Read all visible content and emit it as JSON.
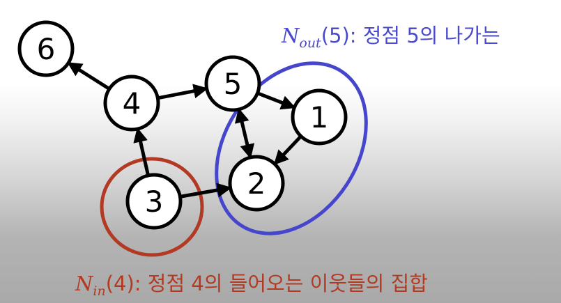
{
  "colors": {
    "out_caption": "#4a4ad0",
    "in_caption": "#b33a22",
    "out_ellipse": "#4646cc",
    "in_circle": "#b23a24",
    "node_stroke": "#000000",
    "node_fill": "#ffffff"
  },
  "graph": {
    "nodes": [
      {
        "id": "6",
        "label": "6"
      },
      {
        "id": "4",
        "label": "4"
      },
      {
        "id": "5",
        "label": "5"
      },
      {
        "id": "1",
        "label": "1"
      },
      {
        "id": "2",
        "label": "2"
      },
      {
        "id": "3",
        "label": "3"
      }
    ],
    "edges": [
      {
        "from": "4",
        "to": "6",
        "dir": "forward"
      },
      {
        "from": "4",
        "to": "5",
        "dir": "forward"
      },
      {
        "from": "5",
        "to": "1",
        "dir": "forward"
      },
      {
        "from": "5",
        "to": "2",
        "dir": "both"
      },
      {
        "from": "1",
        "to": "2",
        "dir": "forward"
      },
      {
        "from": "3",
        "to": "4",
        "dir": "forward"
      },
      {
        "from": "3",
        "to": "2",
        "dir": "forward"
      }
    ],
    "highlights": [
      {
        "name": "out-neighbors-of-5",
        "nodes": [
          "1",
          "2"
        ],
        "color_key": "out_ellipse"
      },
      {
        "name": "in-neighbors-of-4",
        "nodes": [
          "3"
        ],
        "color_key": "in_circle"
      }
    ]
  },
  "captions": {
    "out": {
      "symbol": "N",
      "subscript": "out",
      "text": "(5): 정점 5의 나가는"
    },
    "in": {
      "symbol": "N",
      "subscript": "in",
      "text": "(4): 정점 4의 들어오는 이웃들의 집합"
    }
  }
}
